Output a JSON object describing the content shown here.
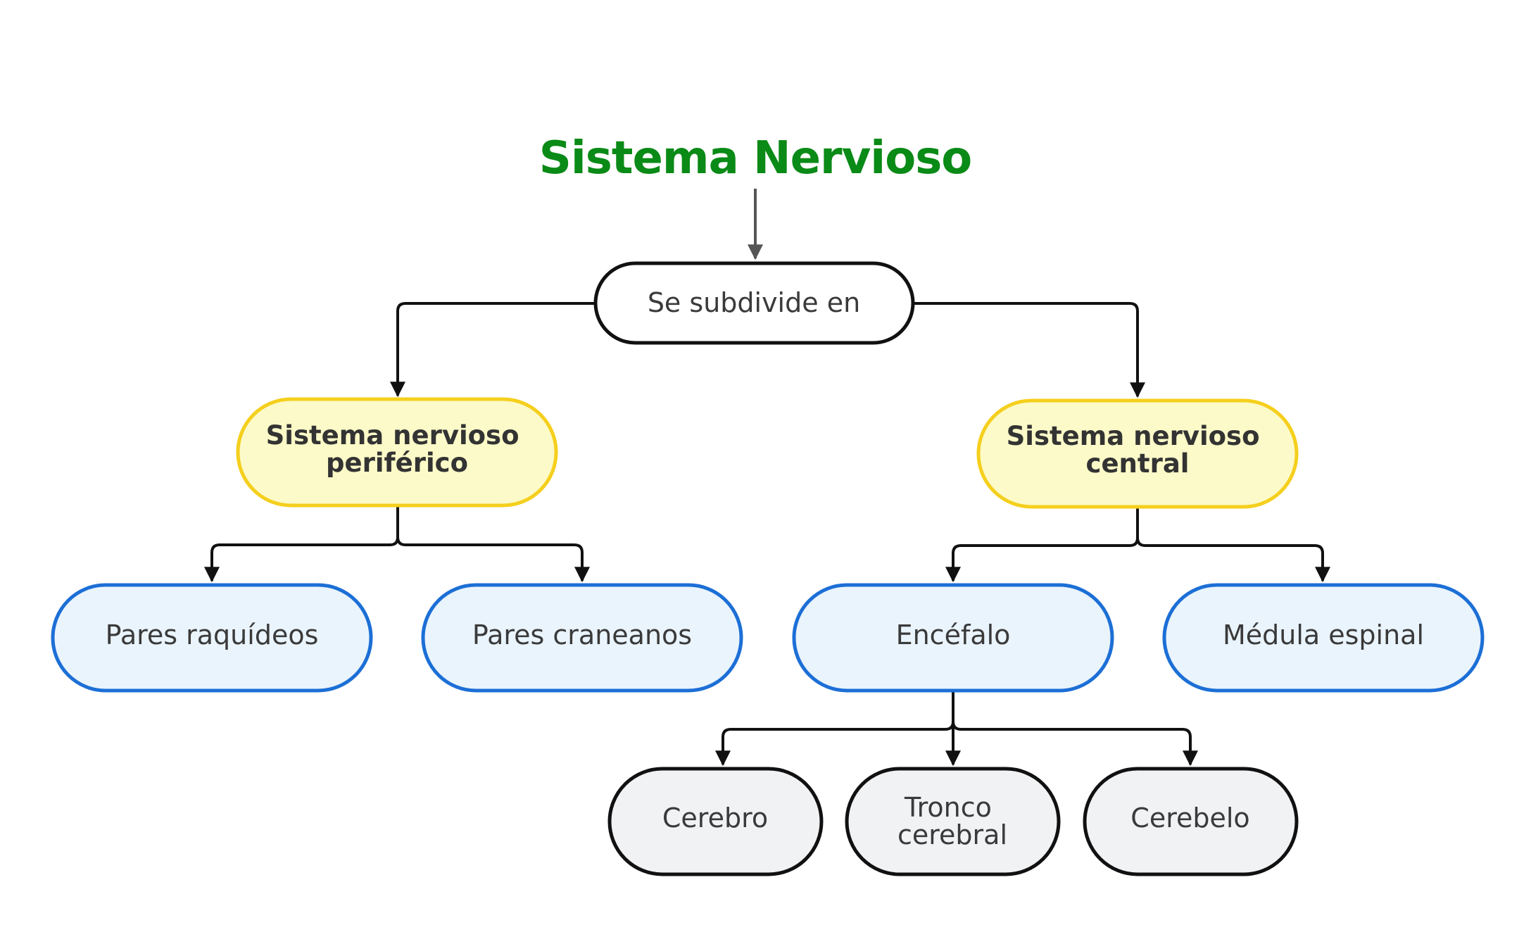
{
  "title": "Sistema Nervioso",
  "colors": {
    "title": "#0a8a16",
    "root_fill": "#ffffff",
    "root_stroke": "#111111",
    "category_fill": "#fcfac8",
    "category_stroke": "#f5cf1d",
    "part_fill": "#eaf4fd",
    "part_stroke": "#1c6fd6",
    "leaf_fill": "#f1f2f4",
    "leaf_stroke": "#111111"
  },
  "nodes": {
    "root": {
      "label": "Se subdivide en"
    },
    "peripheral": {
      "lines": [
        "Sistema nervioso",
        "periférico"
      ]
    },
    "central": {
      "lines": [
        "Sistema nervioso",
        "central"
      ]
    },
    "spinal_nerves": {
      "label": "Pares raquídeos"
    },
    "cranial_nerves": {
      "label": "Pares craneanos"
    },
    "encephalon": {
      "label": "Encéfalo"
    },
    "spinal_cord": {
      "label": "Médula espinal"
    },
    "cerebrum": {
      "label": "Cerebro"
    },
    "brainstem": {
      "lines": [
        "Tronco",
        "cerebral"
      ]
    },
    "cerebellum": {
      "label": "Cerebelo"
    }
  }
}
